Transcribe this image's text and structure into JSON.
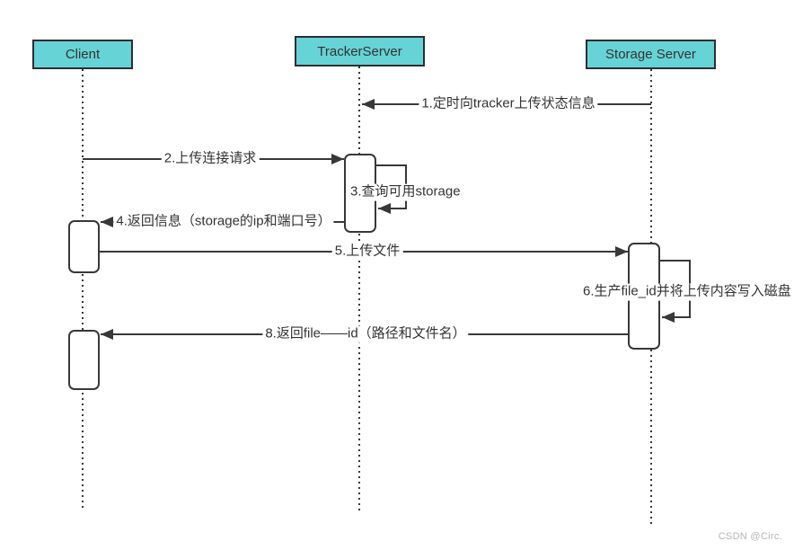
{
  "diagram": {
    "actors": [
      {
        "label": "Client"
      },
      {
        "label": "TrackerServer"
      },
      {
        "label": "Storage Server"
      }
    ],
    "messages": [
      {
        "label": "1.定时向tracker上传状态信息"
      },
      {
        "label": "2.上传连接请求"
      },
      {
        "label": "3.查询可用storage"
      },
      {
        "label": "4.返回信息（storage的ip和端口号）"
      },
      {
        "label": "5.上传文件"
      },
      {
        "label": "6.生产file_id并将上传内容写入磁盘"
      },
      {
        "label": "8.返回file——id（路径和文件名）"
      }
    ],
    "colors": {
      "actor_fill": "#66D3D6",
      "actor_border": "#2B2E33",
      "line_color": "#383838",
      "text_color": "#333333",
      "watermark_color": "#B5B5B5",
      "background": "#FFFFFF"
    },
    "watermark": "CSDN @Circ."
  }
}
